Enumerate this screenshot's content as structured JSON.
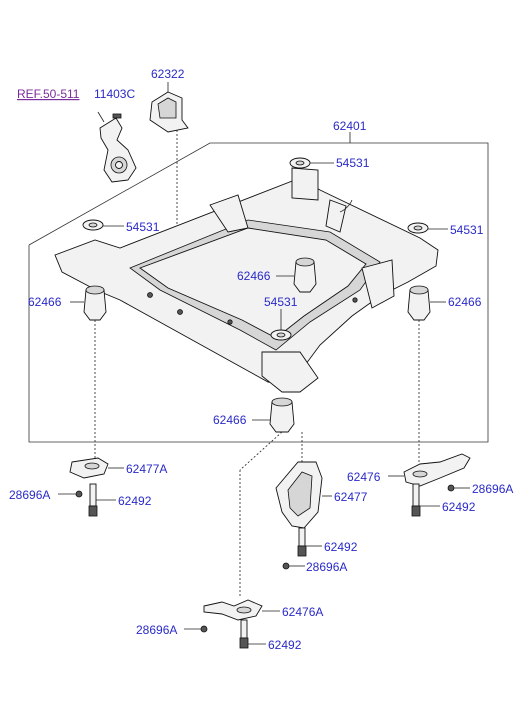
{
  "ref": {
    "label": "REF.50-511"
  },
  "labels": {
    "l_11403C": "11403C",
    "l_62322": "62322",
    "l_62401": "62401",
    "l_54531_a": "54531",
    "l_54531_b": "54531",
    "l_54531_c": "54531",
    "l_54531_d": "54531",
    "l_62466_a": "62466",
    "l_62466_b": "62466",
    "l_62466_c": "62466",
    "l_62466_d": "62466",
    "l_62477A": "62477A",
    "l_28696A_a": "28696A",
    "l_62492_a": "62492",
    "l_62476": "62476",
    "l_28696A_b": "28696A",
    "l_62492_b": "62492",
    "l_62477": "62477",
    "l_62492_c": "62492",
    "l_28696A_c": "28696A",
    "l_62476A": "62476A",
    "l_28696A_d": "28696A",
    "l_62492_d": "62492"
  },
  "colors": {
    "part_number": "#2a2ac8",
    "reference_link": "#7b2d9b"
  }
}
